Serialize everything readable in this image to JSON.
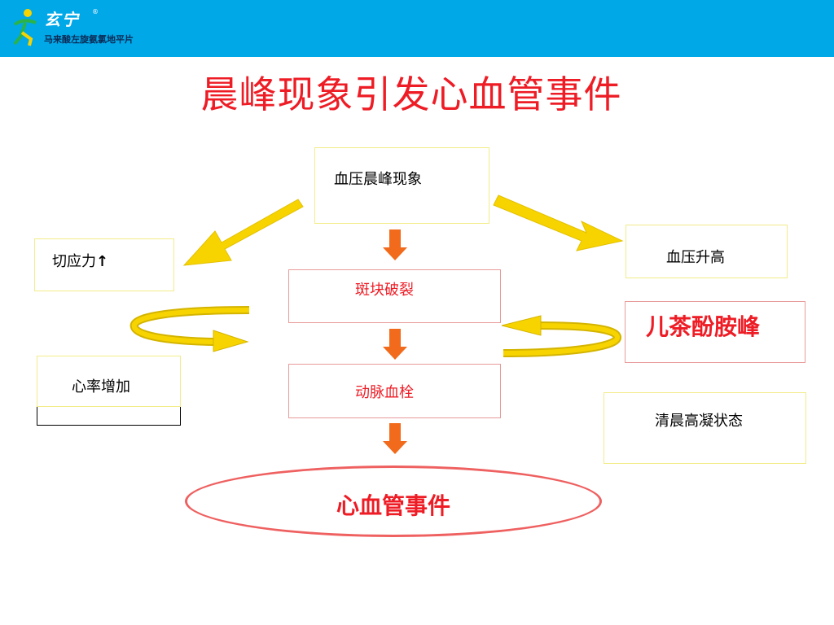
{
  "header": {
    "brand": "玄宁",
    "registered": "®",
    "subtitle": "马来酸左旋氨氯地平片"
  },
  "title": "晨峰现象引发心血管事件",
  "nodes": {
    "bp_morning_surge": "血压晨峰现象",
    "shear_stress": "切应力",
    "up_arrow": "↑",
    "bp_rise": "血压升高",
    "plaque_rupture": "斑块破裂",
    "catecholamine_peak": "儿茶酚胺峰",
    "heart_rate": "心率增加",
    "arterial_thrombus": "动脉血栓",
    "hypercoagulable": "清晨高凝状态",
    "cv_event": "心血管事件"
  },
  "colors": {
    "header_bg": "#00a8e8",
    "title": "#ee1c25",
    "yellow_arrow": "#f7d400",
    "orange_arrow": "#f26a1b"
  }
}
